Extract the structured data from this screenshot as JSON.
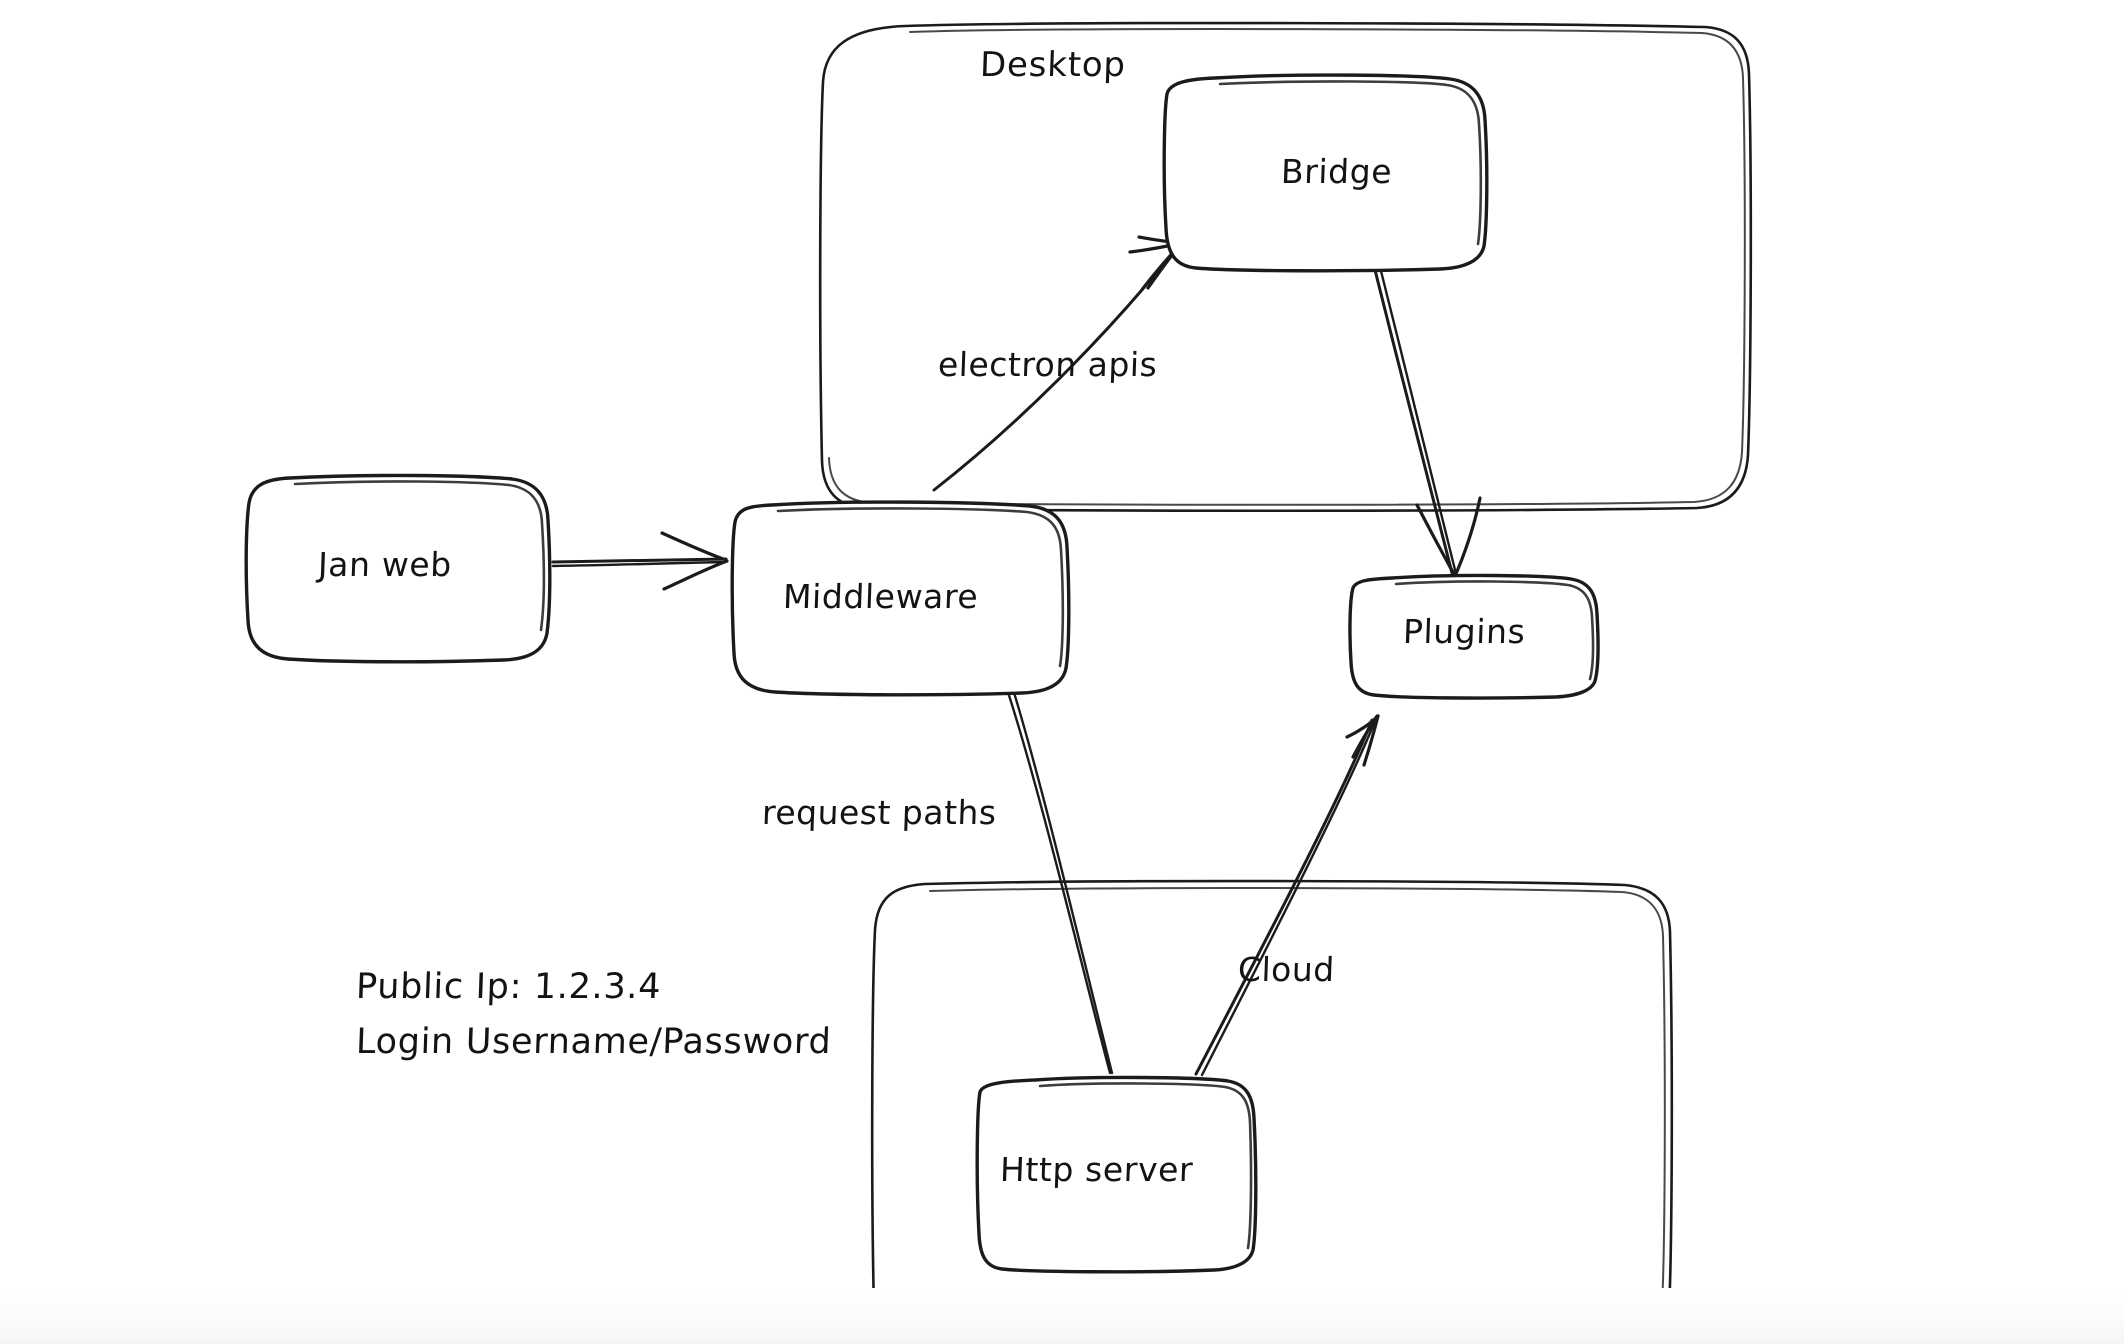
{
  "diagram": {
    "title": "Jan architecture diagram",
    "style": "hand-drawn whiteboard sketch",
    "background_color": "#ffffff",
    "stroke_color": "#1b1b1b",
    "groups": [
      {
        "id": "desktop",
        "label": "Desktop"
      },
      {
        "id": "server-group",
        "label": ""
      }
    ],
    "nodes": [
      {
        "id": "jan-web",
        "label": "Jan web"
      },
      {
        "id": "middleware",
        "label": "Middleware"
      },
      {
        "id": "bridge",
        "label": "Bridge"
      },
      {
        "id": "plugins",
        "label": "Plugins"
      },
      {
        "id": "http-server",
        "label": "Http server"
      }
    ],
    "edges": [
      {
        "id": "janweb-middleware",
        "from": "Jan web",
        "to": "Middleware",
        "label": ""
      },
      {
        "id": "middleware-bridge",
        "from": "Middleware",
        "to": "Bridge",
        "label": "electron apis"
      },
      {
        "id": "bridge-plugins",
        "from": "Bridge",
        "to": "Plugins",
        "label": ""
      },
      {
        "id": "middleware-httpserver",
        "from": "Middleware",
        "to": "Http server",
        "label": "request paths"
      },
      {
        "id": "httpserver-plugins",
        "from": "Http server",
        "to": "Plugins",
        "label": "Cloud"
      }
    ],
    "notes": {
      "public_ip_line": "Public Ip: 1.2.3.4",
      "login_line": "Login Username/Password"
    }
  }
}
